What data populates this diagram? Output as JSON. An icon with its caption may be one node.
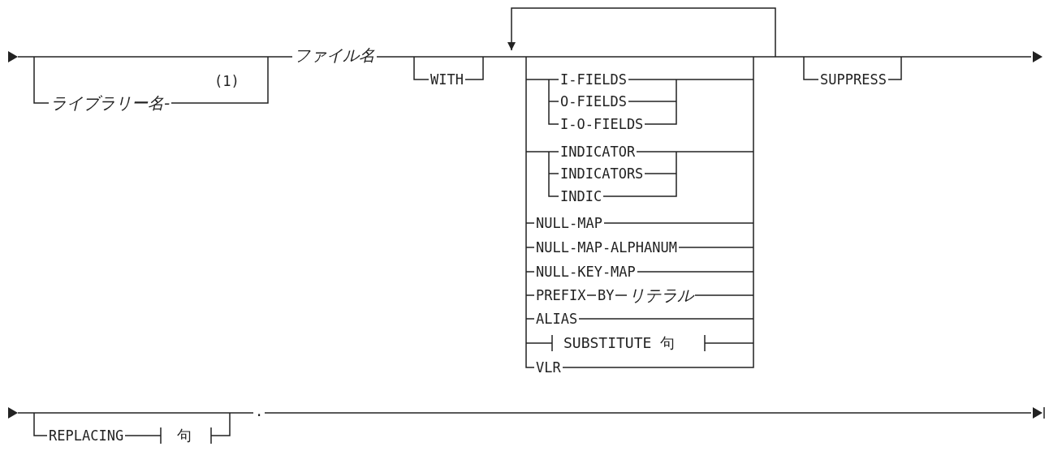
{
  "diagram": {
    "labels": [
      "ライブラリー名-",
      "(1)",
      "ファイル名",
      "WITH",
      "I-FIELDS",
      "O-FIELDS",
      "I-O-FIELDS",
      "INDICATOR",
      "INDICATORS",
      "INDIC",
      "NULL-MAP",
      "NULL-MAP-ALPHANUM",
      "NULL-KEY-MAP",
      "PREFIX",
      "BY",
      "リテラル",
      "ALIAS",
      "SUBSTITUTE 句",
      "VLR",
      "SUPPRESS",
      "REPLACING",
      "句",
      "."
    ]
  }
}
